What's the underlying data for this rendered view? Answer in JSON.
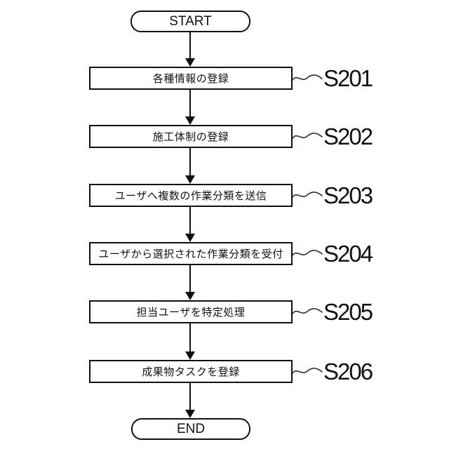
{
  "figure": {
    "type": "flowchart",
    "start_label": "START",
    "end_label": "END",
    "steps": [
      {
        "id": "S201",
        "label": "各種情報の登録"
      },
      {
        "id": "S202",
        "label": "施工体制の登録"
      },
      {
        "id": "S203",
        "label": "ユーザへ複数の作業分類を送信"
      },
      {
        "id": "S204",
        "label": "ユーザから選択された作業分類を受付"
      },
      {
        "id": "S205",
        "label": "担当ユーザを特定処理"
      },
      {
        "id": "S206",
        "label": "成果物タスクを登録"
      }
    ],
    "colors": {
      "line": "#111111",
      "background": "#ffffff"
    }
  }
}
